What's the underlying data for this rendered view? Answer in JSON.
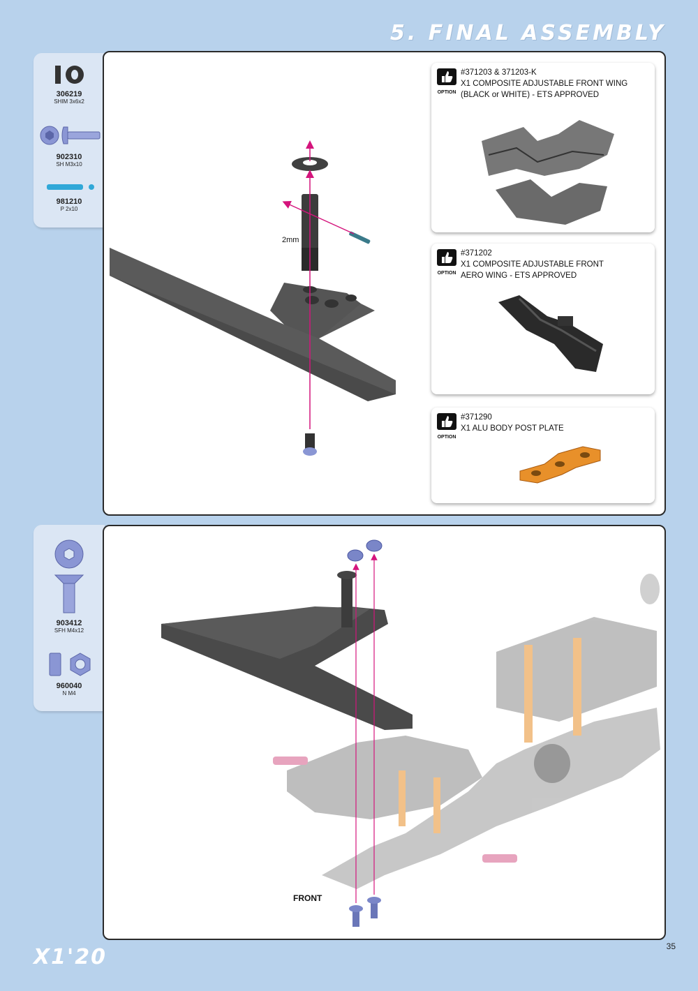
{
  "header": {
    "title": "5. FINAL ASSEMBLY"
  },
  "parts_top": [
    {
      "number": "306219",
      "desc": "SHIM 3x6x2",
      "icon": "shim-icon"
    },
    {
      "number": "902310",
      "desc": "SH M3x10",
      "icon": "screw-icon"
    },
    {
      "number": "981210",
      "desc": "P 2x10",
      "icon": "pin-icon"
    }
  ],
  "parts_bottom": [
    {
      "number": "903412",
      "desc": "SFH M4x12",
      "icon": "flat-head-screw-icon"
    },
    {
      "number": "960040",
      "desc": "N M4",
      "icon": "nut-icon"
    }
  ],
  "diagram_top": {
    "spacer_label": "2mm"
  },
  "diagram_bottom": {
    "front_label": "FRONT"
  },
  "options": [
    {
      "label": "OPTION",
      "lines": [
        "#371203 & 371203-K",
        "X1 COMPOSITE ADJUSTABLE FRONT WING",
        "(BLACK or WHITE) - ETS APPROVED"
      ]
    },
    {
      "label": "OPTION",
      "lines": [
        "#371202",
        "X1 COMPOSITE ADJUSTABLE FRONT",
        "AERO WING - ETS APPROVED"
      ]
    },
    {
      "label": "OPTION",
      "lines": [
        "#371290",
        "X1 ALU BODY POST PLATE"
      ]
    }
  ],
  "footer": {
    "logo": "X1'20",
    "page_number": "35"
  },
  "colors": {
    "background": "#b8d2ec",
    "accent_arrow": "#d4147c",
    "hardware_blue": "#7a86c8",
    "orange_part": "#e8902a"
  }
}
